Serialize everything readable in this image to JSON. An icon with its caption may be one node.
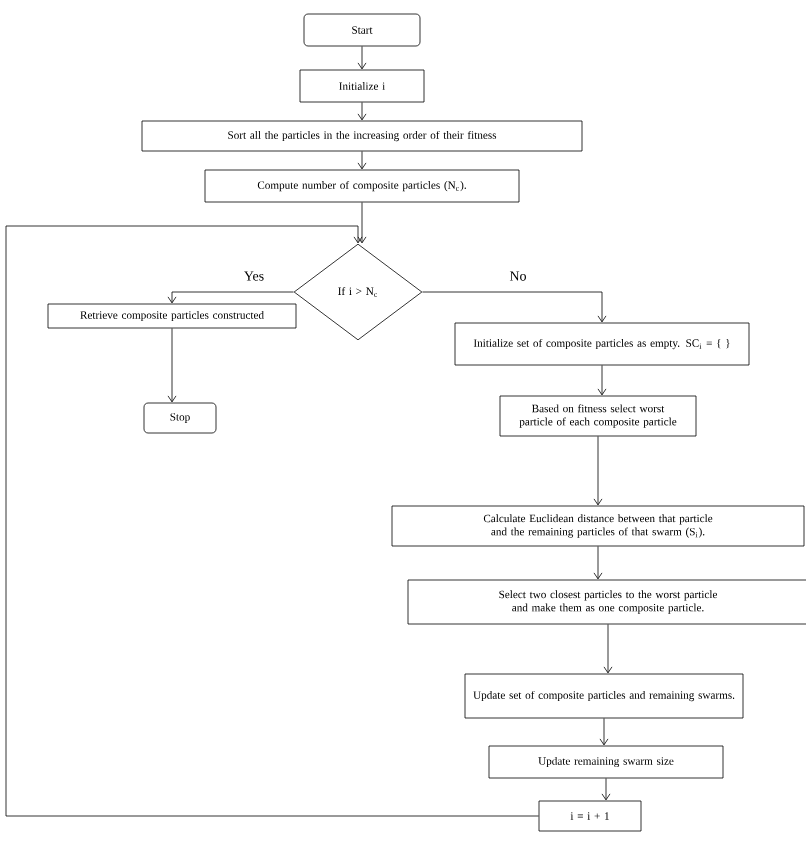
{
  "diagram": {
    "nodes": [
      {
        "text": [
          "Start"
        ]
      },
      {
        "text": [
          "Initialize i"
        ]
      },
      {
        "text": [
          "Sort all the particles in the increasing order of their fitness"
        ]
      },
      {
        "text": [
          "Compute number of composite particles (N$_{c}$)."
        ]
      },
      {
        "text": [
          "If i > N$_{c}$"
        ]
      },
      {
        "text": [
          "Retrieve composite particles constructed"
        ]
      },
      {
        "text": [
          "Stop"
        ]
      },
      {
        "text": [
          "Initialize set of composite particles as empty. SC$_{i}$ = { }"
        ]
      },
      {
        "text": [
          "Based on fitness select worst particle of each composite particle"
        ]
      },
      {
        "text": [
          "Calculate Euclidean distance between that particle and the remaining particles of that swarm (S$_{i}$)."
        ]
      },
      {
        "text": [
          "Select two closest particles to the worst particle and make them as one composite particle."
        ]
      },
      {
        "text": [
          "Update set of composite particles and remaining swarms."
        ]
      },
      {
        "text": [
          "Update remaining swarm size"
        ]
      },
      {
        "text": [
          "i = i + 1"
        ]
      }
    ],
    "edges": [
      {
        "from": 0,
        "to": 1,
        "arrow": "to"
      },
      {
        "from": 1,
        "to": 2,
        "arrow": "to"
      },
      {
        "from": 2,
        "to": 3,
        "arrow": "to"
      },
      {
        "from": 3,
        "to": 4,
        "arrow": "to"
      },
      {
        "from": 4,
        "to": 5,
        "arrow": "to",
        "label": "Yes"
      },
      {
        "from": 5,
        "to": 6,
        "arrow": "to"
      },
      {
        "from": 4,
        "to": 7,
        "arrow": "to",
        "label": "No"
      },
      {
        "from": 7,
        "to": 8,
        "arrow": "to"
      },
      {
        "from": 8,
        "to": 9,
        "arrow": "to"
      },
      {
        "from": 9,
        "to": 10,
        "arrow": "to"
      },
      {
        "from": 10,
        "to": 11,
        "arrow": "to"
      },
      {
        "from": 11,
        "to": 12,
        "arrow": "to"
      },
      {
        "from": 12,
        "to": 13,
        "arrow": "to"
      },
      {
        "from": 13,
        "to": 4,
        "arrow": "to"
      }
    ]
  }
}
